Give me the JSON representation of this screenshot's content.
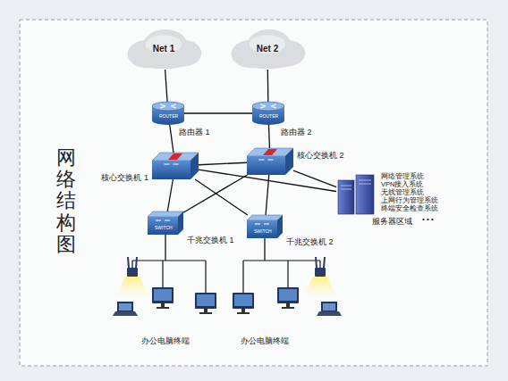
{
  "diagram": {
    "title": "网络结构图",
    "nodes": [
      {
        "text": [
          "Net 1"
        ]
      },
      {
        "text": [
          "Net 2"
        ]
      },
      {
        "text": [
          "路由器 1"
        ]
      },
      {
        "text": [
          "路由器 2"
        ]
      },
      {
        "text": [
          "核心交换机 1"
        ]
      },
      {
        "text": [
          "核心交换机 2"
        ]
      },
      {
        "text": [
          "网络管理系统",
          "VPN接入系统",
          "无线管理系统",
          "上网行为管理系统",
          "终端安全检查系统",
          "• • •",
          "服务器区域"
        ]
      },
      {
        "text": [
          "千兆交换机 1"
        ]
      },
      {
        "text": [
          "千兆交换机 2"
        ]
      },
      {
        "text": [
          "办公电脑终端"
        ]
      },
      {
        "text": [
          "办公电脑终端"
        ]
      }
    ],
    "edges": [
      {
        "from": 0,
        "to": 2,
        "arrow": "none"
      },
      {
        "from": 1,
        "to": 3,
        "arrow": "none"
      },
      {
        "from": 2,
        "to": 3,
        "arrow": "none"
      },
      {
        "from": 2,
        "to": 4,
        "arrow": "none"
      },
      {
        "from": 3,
        "to": 5,
        "arrow": "none"
      },
      {
        "from": 4,
        "to": 5,
        "arrow": "none"
      },
      {
        "from": 4,
        "to": 6,
        "arrow": "none"
      },
      {
        "from": 5,
        "to": 6,
        "arrow": "none"
      },
      {
        "from": 4,
        "to": 7,
        "arrow": "none"
      },
      {
        "from": 4,
        "to": 8,
        "arrow": "none"
      },
      {
        "from": 5,
        "to": 7,
        "arrow": "none"
      },
      {
        "from": 5,
        "to": 8,
        "arrow": "none"
      },
      {
        "from": 7,
        "to": 9,
        "arrow": "none"
      },
      {
        "from": 8,
        "to": 10,
        "arrow": "none"
      }
    ],
    "labels": [
      "ROUTER",
      "ROUTER",
      "SWITCH",
      "SWITCH"
    ]
  }
}
